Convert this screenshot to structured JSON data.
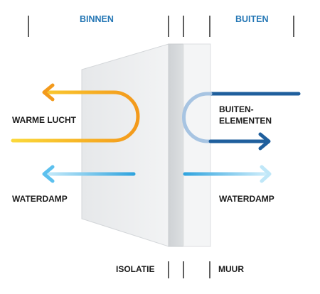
{
  "header": {
    "inside_label": "BINNEN",
    "outside_label": "BUITEN"
  },
  "inside": {
    "warm_air_label": "WARME LUCHT",
    "vapour_label": "WATERDAMP"
  },
  "outside": {
    "elements_line1": "BUITEN-",
    "elements_line2": "ELEMENTEN",
    "vapour_label": "WATERDAMP"
  },
  "footer": {
    "insulation_label": "ISOLATIE",
    "wall_label": "MUUR"
  },
  "colors": {
    "header_blue": "#2577b5",
    "warm_orange": "#f5a623",
    "warm_yellow": "#fbd83a",
    "vapour_light": "#d8f1fc",
    "vapour_blue": "#37a9e2",
    "outside_dark_blue": "#1f5f9d",
    "text_dark": "#1b1b1b"
  }
}
